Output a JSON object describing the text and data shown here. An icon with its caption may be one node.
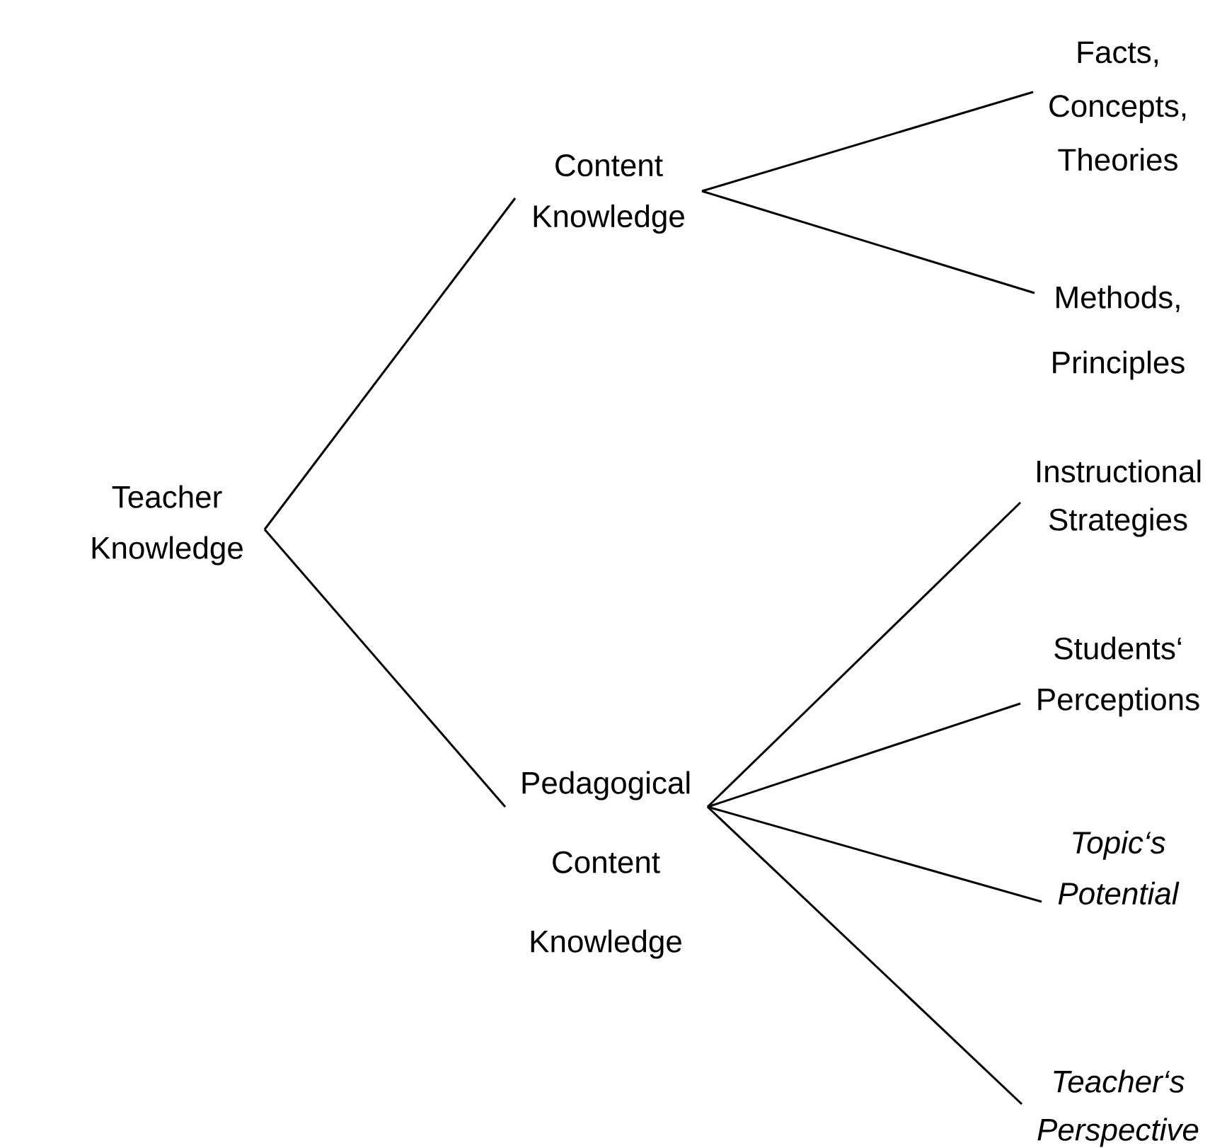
{
  "diagram": {
    "nodes": [
      {
        "text": [
          "Teacher Knowledge"
        ]
      },
      {
        "text": [
          "Content Knowledge"
        ]
      },
      {
        "text": [
          "Pedagogical Content Knowledge"
        ]
      },
      {
        "text": [
          "Facts, Concepts, Theories"
        ]
      },
      {
        "text": [
          "Methods, Principles"
        ]
      },
      {
        "text": [
          "Instructional Strategies"
        ]
      },
      {
        "text": [
          "Students‘ Perceptions"
        ]
      },
      {
        "text": [
          "Topic‘s Potential"
        ]
      },
      {
        "text": [
          "Teacher‘s Perspective"
        ]
      }
    ],
    "edges": [
      {
        "from": 0,
        "to": 1,
        "arrow": "none"
      },
      {
        "from": 0,
        "to": 2,
        "arrow": "none"
      },
      {
        "from": 1,
        "to": 3,
        "arrow": "none"
      },
      {
        "from": 1,
        "to": 4,
        "arrow": "none"
      },
      {
        "from": 2,
        "to": 5,
        "arrow": "none"
      },
      {
        "from": 2,
        "to": 6,
        "arrow": "none"
      },
      {
        "from": 2,
        "to": 7,
        "arrow": "none"
      },
      {
        "from": 2,
        "to": 8,
        "arrow": "none"
      }
    ]
  }
}
